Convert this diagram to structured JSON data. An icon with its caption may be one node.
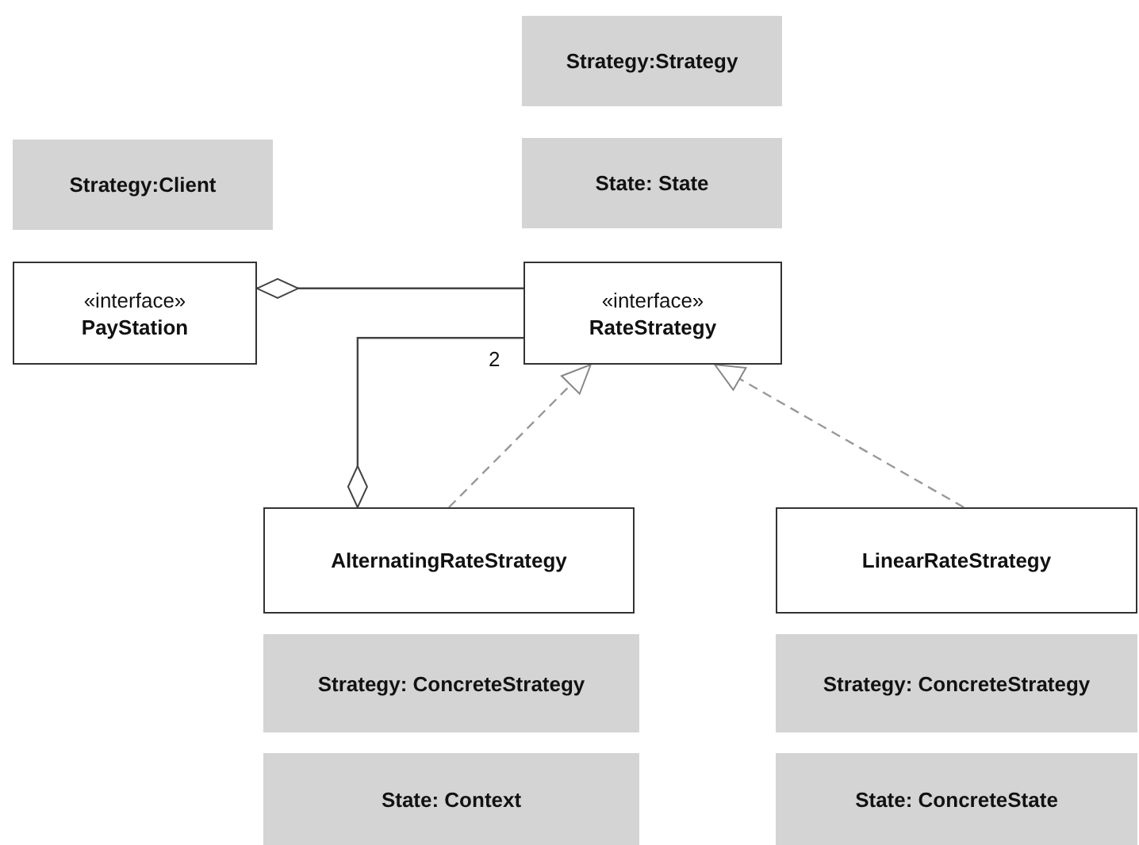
{
  "diagram": {
    "nodes": [
      {
        "text": [
          "Strategy:Strategy"
        ]
      },
      {
        "text": [
          "State: State"
        ]
      },
      {
        "text": [
          "Strategy:Client"
        ]
      },
      {
        "text": [
          "«interface»",
          "PayStation"
        ]
      },
      {
        "text": [
          "«interface»",
          "RateStrategy"
        ]
      },
      {
        "text": [
          "AlternatingRateStrategy"
        ]
      },
      {
        "text": [
          "LinearRateStrategy"
        ]
      },
      {
        "text": [
          "Strategy: ConcreteStrategy"
        ]
      },
      {
        "text": [
          "State: Context"
        ]
      },
      {
        "text": [
          "Strategy: ConcreteStrategy"
        ]
      },
      {
        "text": [
          "State: ConcreteState"
        ]
      }
    ],
    "edges": [
      {
        "from": 3,
        "to": 4,
        "arrow": "other"
      },
      {
        "from": 5,
        "to": 4,
        "arrow": "other",
        "label": "2"
      },
      {
        "from": 5,
        "to": 4,
        "arrow": "to",
        "style": "dashed",
        "color": "#999999"
      },
      {
        "from": 6,
        "to": 4,
        "arrow": "to",
        "style": "dashed",
        "color": "#999999"
      }
    ]
  }
}
